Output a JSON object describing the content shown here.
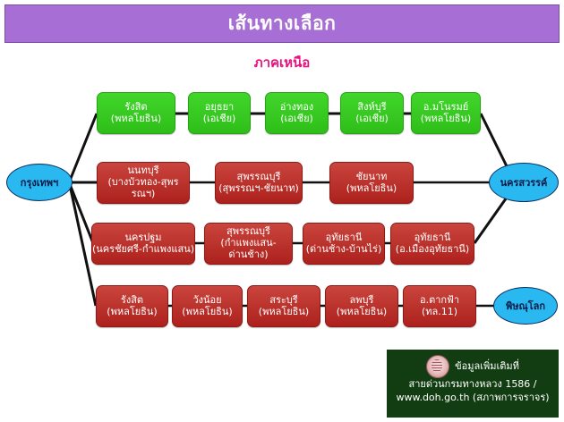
{
  "header": {
    "title": "เส้นทางเลือก",
    "subtitle": "ภาคเหนือ",
    "title_bar_color": "#a76fd6",
    "subtitle_color": "#e8127f"
  },
  "endpoints": {
    "origin": "กรุงเทพฯ",
    "destination_top": "นครสวรรค์",
    "destination_bottom": "พิษณุโลก",
    "fill_color": "#29b8ef"
  },
  "routes": [
    {
      "id": "route-green",
      "color": "#35c91e",
      "stops": [
        {
          "name": "รังสิต",
          "road": "(พหลโยธิน)"
        },
        {
          "name": "อยุธยา",
          "road": "(เอเชีย)"
        },
        {
          "name": "อ่างทอง",
          "road": "(เอเชีย)"
        },
        {
          "name": "สิงห์บุรี",
          "road": "(เอเชีย)"
        },
        {
          "name": "อ.มโนรมย์",
          "road": "(พหลโยธิน)"
        }
      ]
    },
    {
      "id": "route-red-1",
      "color": "#bd2a25",
      "stops": [
        {
          "name": "นนทบุรี",
          "road": "(บางบัวทอง-สุพรรณฯ)"
        },
        {
          "name": "สุพรรณบุรี",
          "road": "(สุพรรณฯ-ชัยนาท)"
        },
        {
          "name": "ชัยนาท",
          "road": "(พหลโยธิน)"
        }
      ]
    },
    {
      "id": "route-red-2",
      "color": "#bd2a25",
      "stops": [
        {
          "name": "นครปฐม",
          "road": "(นครชัยศรี-กำแพงแสน)"
        },
        {
          "name": "สุพรรณบุรี",
          "road": "(กำแพงแสน-ด่านช้าง)"
        },
        {
          "name": "อุทัยธานี",
          "road": "(ด่านช้าง-บ้านไร่)"
        },
        {
          "name": "อุทัยธานี",
          "road": "(อ.เมืองอุทัยธานี)"
        }
      ]
    },
    {
      "id": "route-red-3",
      "color": "#bd2a25",
      "stops": [
        {
          "name": "รังสิต",
          "road": "(พหลโยธิน)"
        },
        {
          "name": "วังน้อย",
          "road": "(พหลโยธิน)"
        },
        {
          "name": "สระบุรี",
          "road": "(พหลโยธิน)"
        },
        {
          "name": "ลพบุรี",
          "road": "(พหลโยธิน)"
        },
        {
          "name": "อ.ตากฟ้า",
          "road": "(ทล.11)"
        }
      ]
    }
  ],
  "footer": {
    "line1": "ข้อมูลเพิ่มเติมที่",
    "line2": "สายด่วนกรมทางหลวง 1586 /",
    "line3": "www.doh.go.th (สภาพการจราจร)",
    "background_color": "#123d12",
    "seal_icon": "doh-seal-icon"
  }
}
